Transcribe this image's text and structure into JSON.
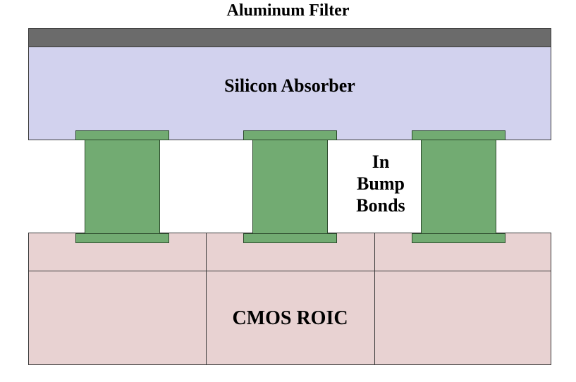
{
  "title": "Aluminum Filter",
  "layers": {
    "absorber_label": "Silicon Absorber",
    "bumps_label": [
      "In",
      "Bump",
      "Bonds"
    ],
    "roic_label": "CMOS ROIC"
  },
  "colors": {
    "filter": "#6b6b6b",
    "absorber": "#d2d2ee",
    "bump": "#72ab72",
    "roic": "#e8d2d2",
    "outline": "#3a3a3a"
  }
}
